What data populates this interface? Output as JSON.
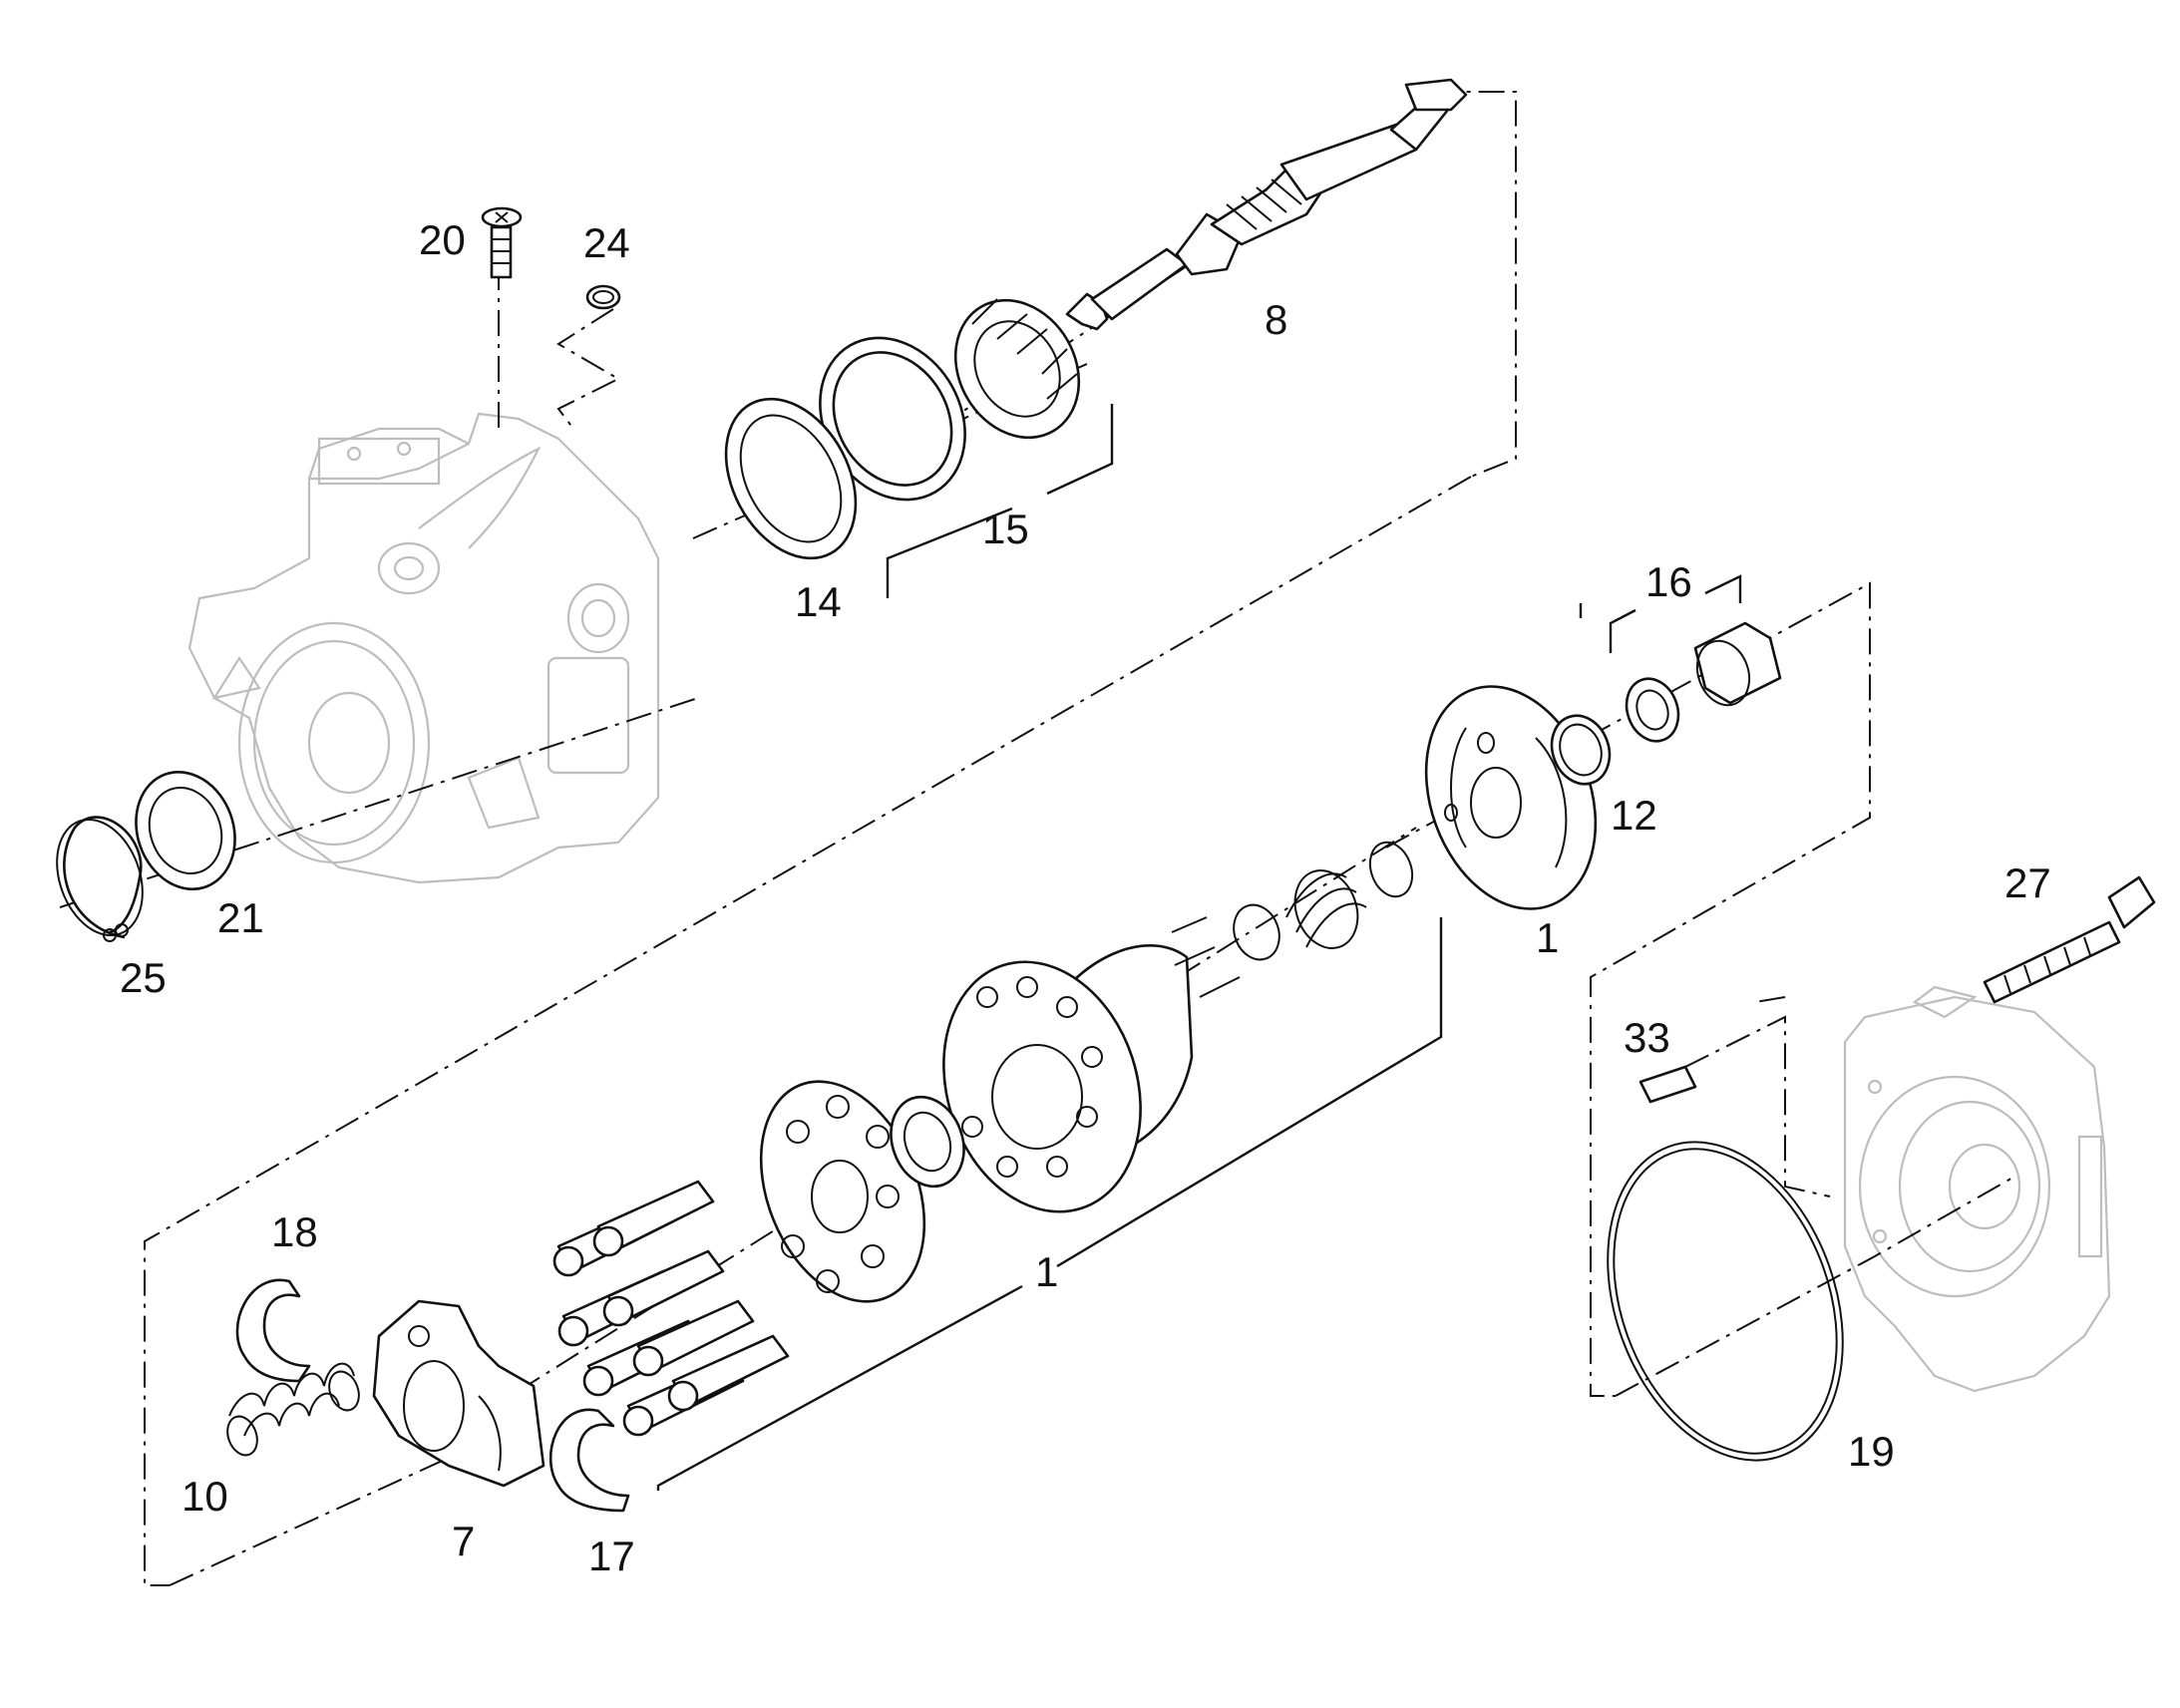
{
  "figure": {
    "type": "exploded-parts-diagram"
  },
  "callouts": [
    {
      "id": "c1a",
      "label": "1"
    },
    {
      "id": "c1b",
      "label": "1"
    },
    {
      "id": "c7",
      "label": "7"
    },
    {
      "id": "c8",
      "label": "8"
    },
    {
      "id": "c10",
      "label": "10"
    },
    {
      "id": "c12",
      "label": "12"
    },
    {
      "id": "c14",
      "label": "14"
    },
    {
      "id": "c15",
      "label": "15"
    },
    {
      "id": "c16",
      "label": "16"
    },
    {
      "id": "c17",
      "label": "17"
    },
    {
      "id": "c18",
      "label": "18"
    },
    {
      "id": "c19",
      "label": "19"
    },
    {
      "id": "c20",
      "label": "20"
    },
    {
      "id": "c21",
      "label": "21"
    },
    {
      "id": "c24",
      "label": "24"
    },
    {
      "id": "c25",
      "label": "25"
    },
    {
      "id": "c27",
      "label": "27"
    },
    {
      "id": "c33",
      "label": "33"
    }
  ]
}
